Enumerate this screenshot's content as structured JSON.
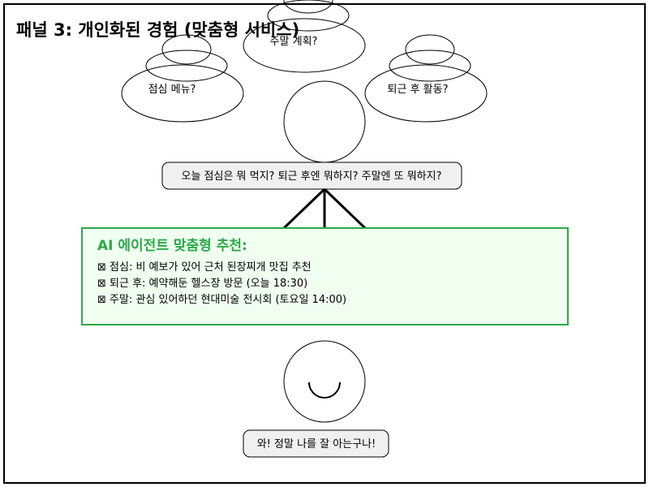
{
  "panel": {
    "title": "패널 3: 개인화된 경험 (맞춤형 서비스)"
  },
  "thoughts": {
    "lunch": "점심 메뉴?",
    "weekend": "주말 계획?",
    "after_work": "퇴근 후 활동?"
  },
  "speech_question": "오늘 점심은 뭐 먹지? 퇴근 후엔 뭐하지? 주말엔 또 뭐하지?",
  "recommendation": {
    "title": "AI 에이전트 맞춤형 추천:",
    "items": [
      "⊠ 점심: 비 예보가 있어 근처 된장찌개 맛집 추천",
      "⊠ 퇴근 후: 예약해둔 헬스장 방문 (오늘 18:30)",
      "⊠ 주말: 관심 있어하던 현대미술 전시회 (토요일 14:00)"
    ]
  },
  "speech_reaction": "와! 정말 나를 잘 아는구나!",
  "colors": {
    "accent_green": "#2ea84a",
    "box_fill": "#f0fff0",
    "bubble_fill": "#f0f0f0"
  }
}
